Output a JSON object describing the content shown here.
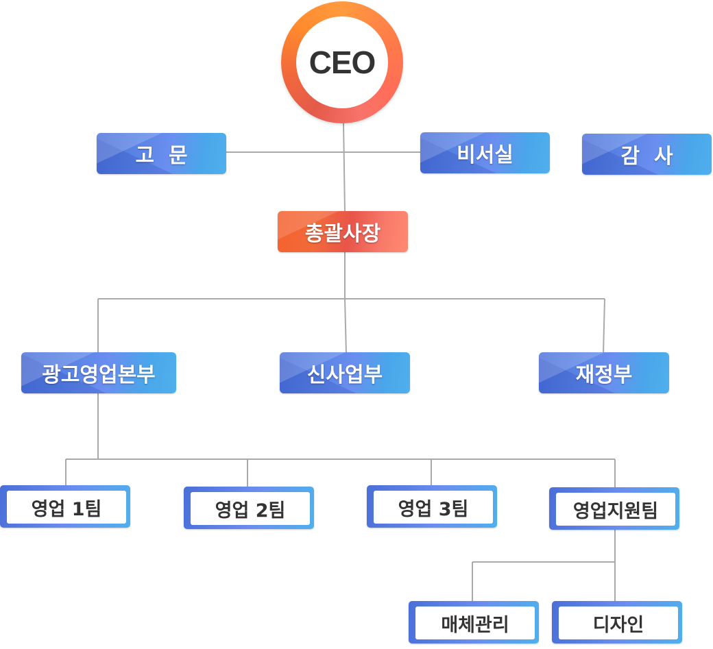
{
  "ceo": {
    "label": "CEO"
  },
  "top_row": {
    "advisor": "고  문",
    "secretary": "비서실",
    "audit": "감  사"
  },
  "president": "총괄사장",
  "divisions": {
    "ad_sales": "광고영업본부",
    "new_business": "신사업부",
    "finance": "재정부"
  },
  "teams": {
    "sales1": "영업 1팀",
    "sales2": "영업 2팀",
    "sales3": "영업 3팀",
    "sales_support": "영업지원팀"
  },
  "sub_teams": {
    "media": "매체관리",
    "design": "디자인"
  },
  "colors": {
    "blue_box": "#5b86e6",
    "orange_box": "#f26a3a",
    "ceo_ring": "#ff7a4a",
    "connector": "#a9a9a9"
  }
}
